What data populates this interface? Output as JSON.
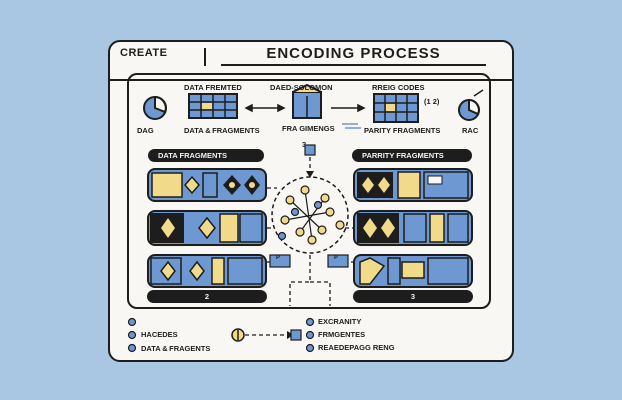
{
  "header": {
    "create_label": "CREATE",
    "title": "ENCODING PROCESS"
  },
  "top_row": {
    "dag": "DAG",
    "data_fremted": "DATA FREMTED",
    "data_fragments": "DATA & FRAGMENTS",
    "daed_solomon": "DAED-SOLOMON",
    "fra_gimengs": "FRA GIMENGS",
    "rreig_codes": "RREIG CODES",
    "code_numbers": "(1 2)",
    "parity_fragments": "PARITY FRAGMENTS",
    "rac": "RAC"
  },
  "panels": {
    "data_pill": "DATA FRAGMENTS",
    "parity_pill": "PARRITY FRAGMENTS",
    "step_marker": "3",
    "data_footer": "2",
    "parity_footer": "3",
    "connector_p": "P"
  },
  "legend_left": [
    "HACEDES",
    "DATA & FRAGENTS"
  ],
  "legend_right": [
    "EXCRANITY",
    "FRMGENTES",
    "REAEDEPAGG RENG"
  ],
  "colors": {
    "background": "#a9c7e2",
    "card": "#f8f7f3",
    "ink": "#1d1d1d",
    "blue": "#6d98d2",
    "yellow": "#f1db8b"
  }
}
